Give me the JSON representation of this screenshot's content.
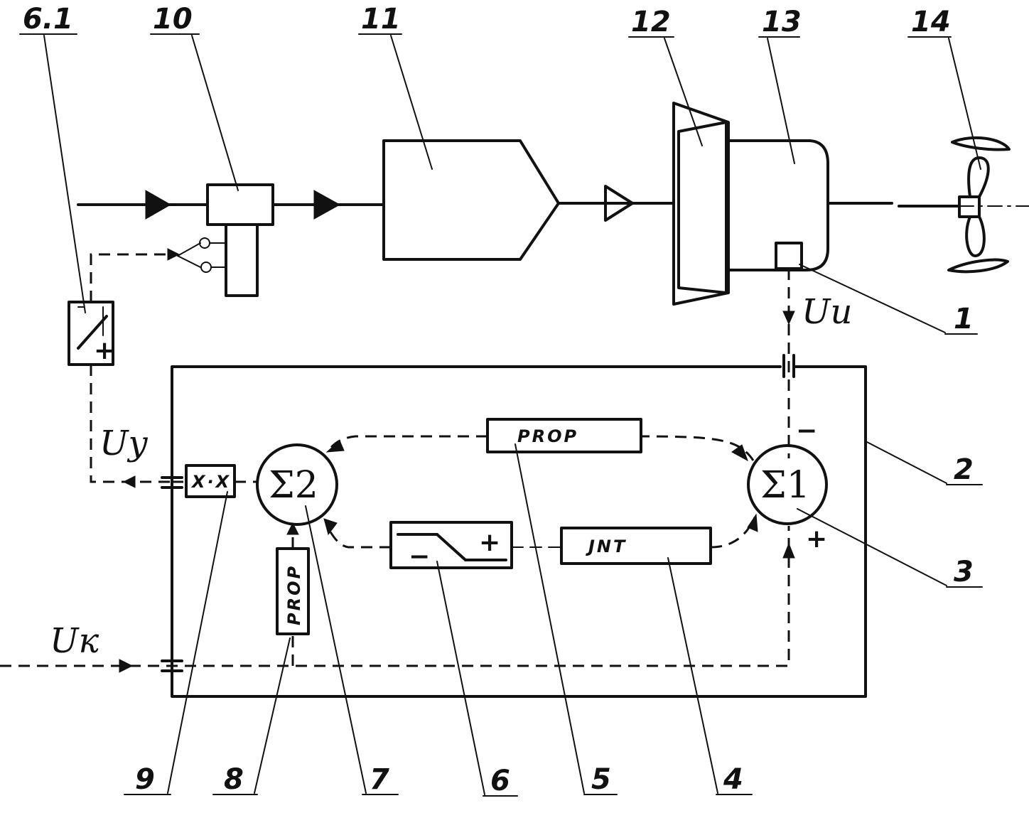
{
  "refs": {
    "r6_1": "6.1",
    "r10": "10",
    "r11": "11",
    "r12": "12",
    "r13": "13",
    "r14": "14",
    "r1": "1",
    "r2": "2",
    "r3": "3",
    "r4": "4",
    "r5": "5",
    "r6": "6",
    "r7": "7",
    "r8": "8",
    "r9": "9"
  },
  "blocks": {
    "prop": "PROP",
    "int": "JNT",
    "prop_vertical": "PROP",
    "limiter": "X·X"
  },
  "sums": {
    "sigma1": "Σ1",
    "sigma2": "Σ2"
  },
  "signals": {
    "u_measured": "Uu",
    "u_control": "Uy",
    "u_command": "Uк"
  },
  "signs": {
    "sigma1_minus": "−",
    "sigma1_plus": "+",
    "limiter_minus": "−",
    "limiter_plus": "+",
    "switch_plus": "+"
  }
}
